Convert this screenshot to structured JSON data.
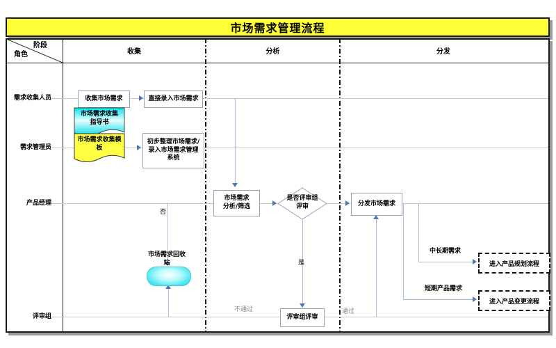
{
  "title": "市场需求管理流程",
  "matrix_header": {
    "phase_label": "阶段",
    "role_label": "角色",
    "phases": [
      {
        "label": "收集"
      },
      {
        "label": "分析"
      },
      {
        "label": "分发"
      }
    ]
  },
  "roles": [
    {
      "label": "需求收集人员"
    },
    {
      "label": "需求管理员"
    },
    {
      "label": "产品经理"
    },
    {
      "label": "评审组"
    }
  ],
  "nodes": {
    "collect_demand": "收集市场需求",
    "direct_entry": "直接录入市场需求",
    "guidebook_doc": "市场需求收集\n指导书",
    "template_doc": "市场需求收集模\n板",
    "organize_entry": "初步整理市场需求/\n录入市场需求管理\n系统",
    "analyze_filter": "市场需求\n分析/筛选",
    "review_decision": "是否评审组\n评审",
    "distribute_demand": "分发市场需求",
    "recycle_bin": "市场需求回收\n站",
    "review_meeting": "评审组评审",
    "product_planning": "进入产品规划流程",
    "product_change": "进入产品变更流程"
  },
  "edge_labels": {
    "no": "否",
    "yes": "是",
    "not_pass": "不通过",
    "pass": "通过",
    "mid_long_term": "中长期需求",
    "short_term": "短期产品需求"
  },
  "colors": {
    "title_bg": "#ffff35",
    "doc_cyan": "#00e4ef",
    "doc_yellow": "#ffff44",
    "terminator_cyan": "#00d9e6",
    "connector": "#a9bedb",
    "arrow": "#4f76b5",
    "row_line": "#c8c8c8"
  }
}
